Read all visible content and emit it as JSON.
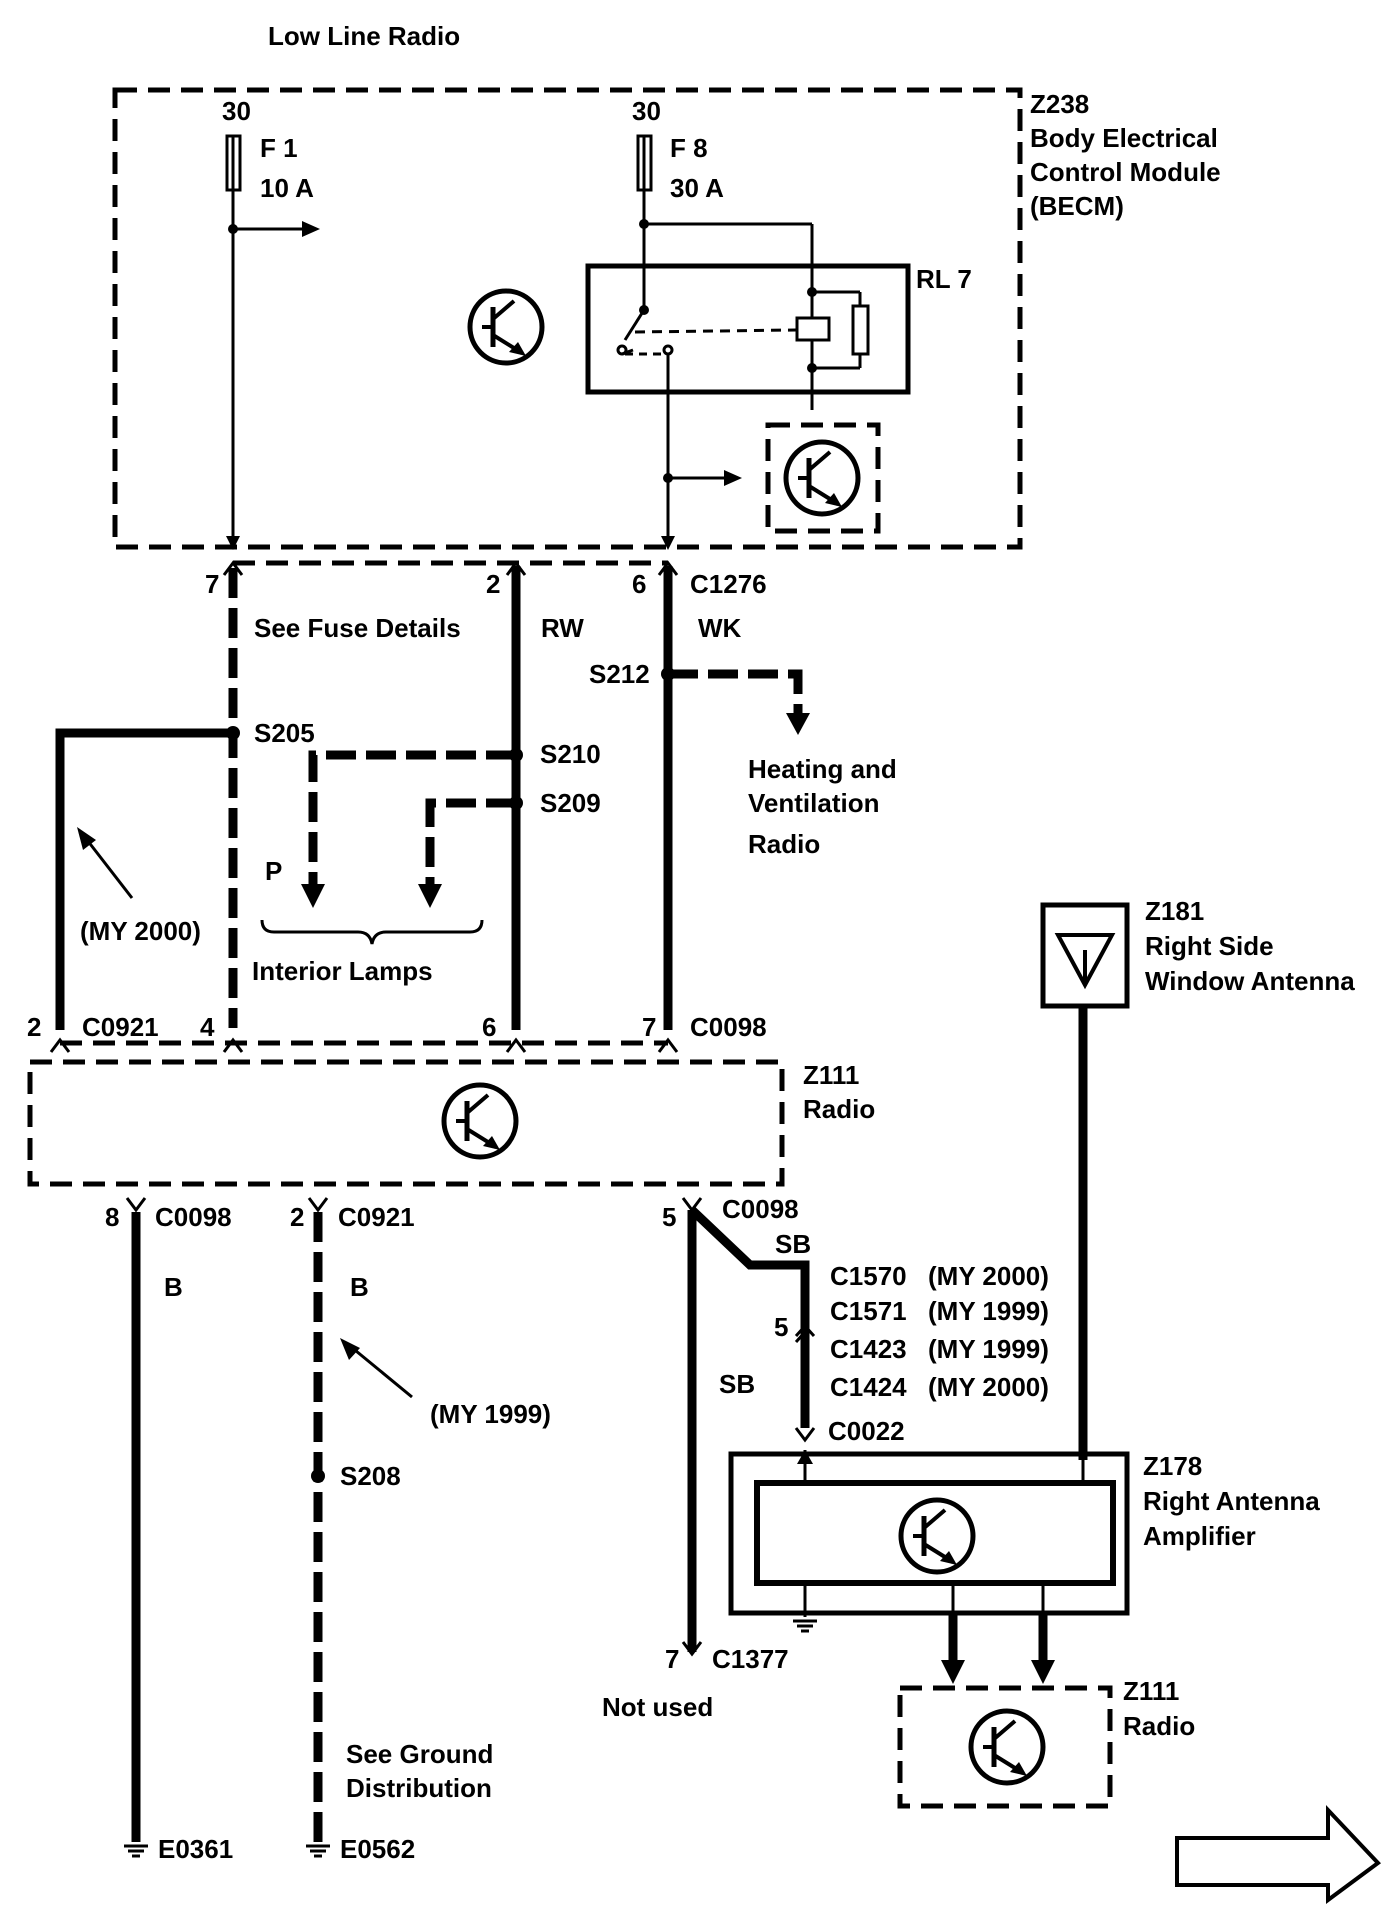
{
  "title": "Low Line Radio",
  "becm": {
    "id": "Z238",
    "line1": "Body Electrical",
    "line2": "Control Module",
    "line3": "(BECM)"
  },
  "fuse1": {
    "terminal": "30",
    "name": "F 1",
    "rating": "10 A"
  },
  "fuse8": {
    "terminal": "30",
    "name": "F 8",
    "rating": "30 A"
  },
  "relay": {
    "name": "RL 7"
  },
  "c1276": {
    "pin7": "7",
    "pin2": "2",
    "pin6": "6",
    "name": "C1276"
  },
  "wires_top": {
    "fuse_details": "See Fuse Details",
    "rw": "RW",
    "wk": "WK"
  },
  "splices": {
    "s212": "S212",
    "s205": "S205",
    "s210": "S210",
    "s209": "S209",
    "s208": "S208"
  },
  "heating": {
    "line1": "Heating and",
    "line2": "Ventilation",
    "line3": "Radio"
  },
  "interior": {
    "p_label": "P",
    "label": "Interior Lamps"
  },
  "my2000_note": "(MY 2000)",
  "my1999_note": "(MY 1999)",
  "radio_top_connectors": {
    "pin2": "2",
    "c0921": "C0921",
    "pin4": "4",
    "pin6": "6",
    "pin7": "7",
    "c0098": "C0098"
  },
  "radio": {
    "id": "Z111",
    "name": "Radio"
  },
  "antenna": {
    "id": "Z181",
    "line1": "Right Side",
    "line2": "Window Antenna"
  },
  "radio_bottom": {
    "pin8": "8",
    "c0098_a": "C0098",
    "b1": "B",
    "pin2": "2",
    "c0921": "C0921",
    "b2": "B",
    "pin5": "5",
    "c0098_b": "C0098",
    "sb1": "SB",
    "sb2": "SB"
  },
  "inline_connectors": {
    "pin5": "5",
    "rows": [
      {
        "conn": "C1570",
        "year": "(MY 2000)"
      },
      {
        "conn": "C1571",
        "year": "(MY 1999)"
      },
      {
        "conn": "C1423",
        "year": "(MY 1999)"
      },
      {
        "conn": "C1424",
        "year": "(MY 2000)"
      }
    ],
    "c0022": "C0022"
  },
  "amplifier": {
    "id": "Z178",
    "line1": "Right Antenna",
    "line2": "Amplifier"
  },
  "c1377": {
    "pin7": "7",
    "name": "C1377",
    "note": "Not used"
  },
  "ground_note": {
    "line1": "See Ground",
    "line2": "Distribution"
  },
  "grounds": {
    "e0361": "E0361",
    "e0562": "E0562"
  },
  "radio2": {
    "id": "Z111",
    "name": "Radio"
  }
}
